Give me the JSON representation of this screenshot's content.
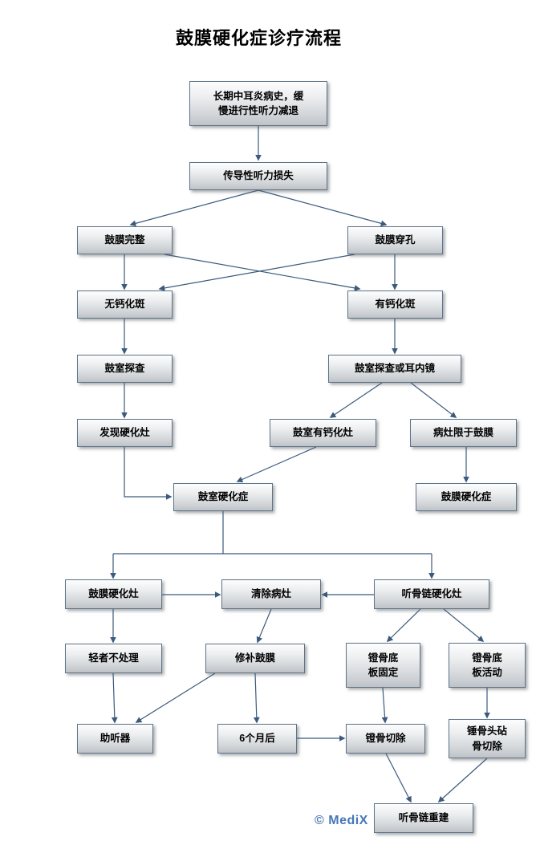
{
  "title": "鼓膜硬化症诊疗流程",
  "watermark": "© MediX",
  "nodes": {
    "history": {
      "label": "长期中耳炎病史，缓\n慢进行性听力减退"
    },
    "conductive_loss": {
      "label": "传导性听力损失"
    },
    "membrane_intact": {
      "label": "鼓膜完整"
    },
    "membrane_perforation": {
      "label": "鼓膜穿孔"
    },
    "no_calcification": {
      "label": "无钙化斑"
    },
    "calcification": {
      "label": "有钙化斑"
    },
    "tympanic_exploration": {
      "label": "鼓室探查"
    },
    "exploration_or_endoscope": {
      "label": "鼓室探查或耳内镜"
    },
    "sclerotic_focus_found": {
      "label": "发现硬化灶"
    },
    "tympanic_calcified_focus": {
      "label": "鼓室有钙化灶"
    },
    "focus_limited_to_membrane": {
      "label": "病灶限于鼓膜"
    },
    "tympanosclerosis": {
      "label": "鼓室硬化症"
    },
    "myringosclerosis": {
      "label": "鼓膜硬化症"
    },
    "membrane_sclerotic_focus": {
      "label": "鼓膜硬化灶"
    },
    "remove_focus": {
      "label": "清除病灶"
    },
    "ossicular_sclerotic_focus": {
      "label": "听骨链硬化灶"
    },
    "mild_no_treatment": {
      "label": "轻者不处理"
    },
    "repair_membrane": {
      "label": "修补鼓膜"
    },
    "stapes_footplate_fixed": {
      "label": "镫骨底\n板固定"
    },
    "stapes_footplate_mobile": {
      "label": "镫骨底\n板活动"
    },
    "hearing_aid": {
      "label": "助听器"
    },
    "after_six_months": {
      "label": "6个月后"
    },
    "stapedectomy": {
      "label": "镫骨切除"
    },
    "malleus_head_incus_removal": {
      "label": "锤骨头砧\n骨切除"
    },
    "ossicular_chain_reconstruction": {
      "label": "听骨链重建"
    }
  }
}
